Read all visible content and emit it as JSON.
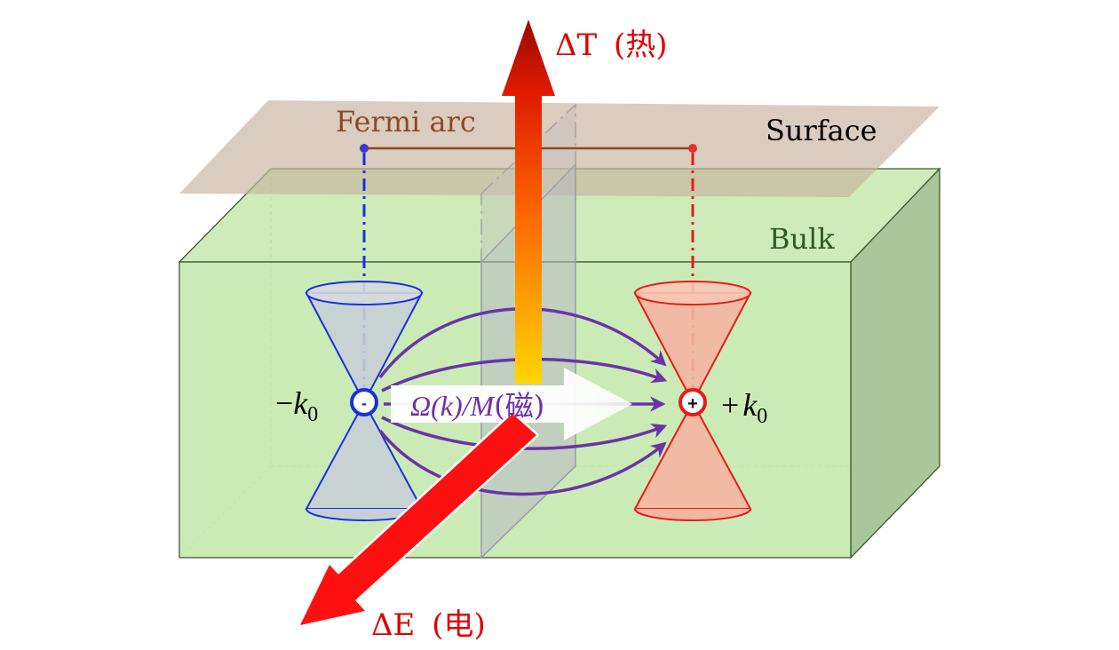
{
  "labels": {
    "delta_t": "ΔT",
    "delta_t_cn": "(热)",
    "delta_e": "ΔE",
    "delta_e_cn": "(电)",
    "fermi_arc": "Fermi arc",
    "surface": "Surface",
    "bulk": "Bulk",
    "minus_k0_sign": "−",
    "k": "k",
    "zero": "0",
    "plus_k0_sign": "+",
    "omega_text": "Ω(k)/M",
    "omega_cn": "(磁)",
    "minus_symbol": "-",
    "plus_symbol": "+"
  },
  "colors": {
    "bulk_fill": "#c9eab3",
    "bulk_side": "#abc69a",
    "surface_fill": "#d2bfae",
    "fermi_arc": "#8b4a26",
    "left_node": "#1a2fe0",
    "right_node": "#e81a1a",
    "left_cone_fill": "#c7cfd5",
    "right_cone_fill": "#f4b6a0",
    "berry_lines": "#6b33a6",
    "heat_arrow_top": "#a50d00",
    "heat_arrow_bottom": "#ffd700",
    "electric_arrow": "#ff0d0d",
    "text_red": "#e00000",
    "text_green": "#2e5a1f",
    "text_black": "#000000"
  }
}
